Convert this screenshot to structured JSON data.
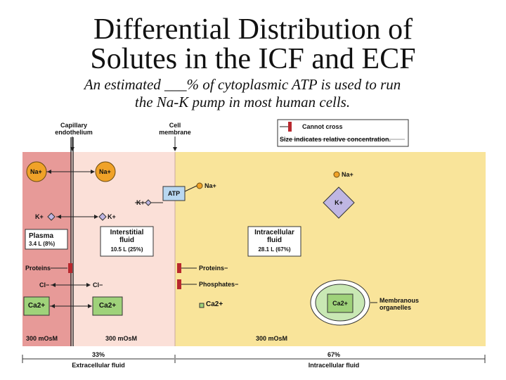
{
  "title_line1": "Differential Distribution of",
  "title_line2": "Solutes in the ICF and ECF",
  "subtitle_line1": "An estimated ___% of cytoplasmic ATP is used to run",
  "subtitle_line2": "the Na-K pump in most human cells.",
  "labels": {
    "capillary_endothelium": [
      "Capillary",
      "endothelium"
    ],
    "cell_membrane": [
      "Cell",
      "membrane"
    ]
  },
  "legend": {
    "cannot_cross": "Cannot cross",
    "size_note": "Size indicates relative concentration."
  },
  "compartments": {
    "plasma": {
      "name": "Plasma",
      "volume": "3.4 L (8%)",
      "osm": "300 mOsM"
    },
    "interstitial": {
      "name_line1": "Interstitial",
      "name_line2": "fluid",
      "volume": "10.5 L (25%)",
      "osm": "300 mOsM"
    },
    "intracellular": {
      "name_line1": "Intracellular",
      "name_line2": "fluid",
      "volume": "28.1 L (67%)",
      "osm": "300 mOsM"
    }
  },
  "ions": {
    "na": "Na+",
    "k": "K+",
    "cl": "Cl−",
    "ca": "Ca2+",
    "proteins": "Proteins",
    "proteins_neg": "Proteins−",
    "phosphates_neg": "Phosphates−"
  },
  "atp": "ATP",
  "organelles": [
    "Membranous",
    "organelles"
  ],
  "bottom": {
    "ecf_percent": "33%",
    "ecf_label": "Extracellular fluid",
    "icf_percent": "67%",
    "icf_label": "Intracellular fluid"
  },
  "colors": {
    "plasma_bg": "#e79a98",
    "interstitial_bg": "#fbe0d8",
    "icf_bg": "#f9e49a",
    "ion_fill": "#f0a228",
    "ca_fill": "#9fd27a",
    "k_fill": "#bfb6e3",
    "organelle_fill": "#c9e8b4"
  }
}
